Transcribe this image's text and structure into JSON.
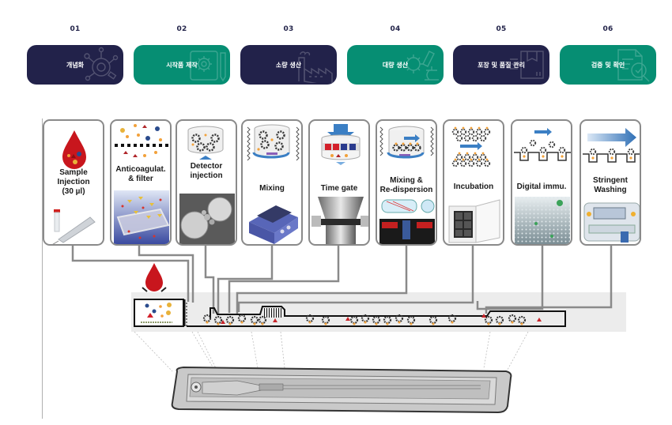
{
  "steps": [
    {
      "number": "01",
      "label": "개념화",
      "theme": "navy",
      "icon": "network-icon"
    },
    {
      "number": "02",
      "label": "시작품 제작",
      "theme": "green",
      "icon": "blueprint-gear-icon"
    },
    {
      "number": "03",
      "label": "소량 생산",
      "theme": "navy",
      "icon": "factory-icon"
    },
    {
      "number": "04",
      "label": "대량 생산",
      "theme": "green",
      "icon": "microscope-virus-icon"
    },
    {
      "number": "05",
      "label": "포장 및 품질 관리",
      "theme": "navy",
      "icon": "package-box-icon"
    },
    {
      "number": "06",
      "label": "검증 및 확인",
      "theme": "green",
      "icon": "document-check-icon"
    }
  ],
  "colors": {
    "navy": "#22224a",
    "green": "#068e73",
    "blood_red": "#c8161d",
    "flow_arrow": "#2f6fb5",
    "card_border": "#8a8a8a"
  },
  "process": {
    "cards": [
      {
        "title_lines": [
          "Sample",
          "Injection",
          "(30 µl)"
        ],
        "icon": "blood-drop-icon",
        "photo": "pipette-and-tube"
      },
      {
        "title_lines": [
          "Anticoagulat.",
          "& filter"
        ],
        "icon": "particle-filter-icon",
        "photo": "membrane-filter"
      },
      {
        "title_lines": [
          "Detector",
          "injection"
        ],
        "icon": "bead-container-icon",
        "photo": "microbead-sem"
      },
      {
        "title_lines": [
          "Mixing"
        ],
        "icon": "mixing-container-icon",
        "photo": "vortex-mixer"
      },
      {
        "title_lines": [
          "Time gate"
        ],
        "icon": "time-gate-icon",
        "photo": "gate-valve"
      },
      {
        "title_lines": [
          "Mixing &",
          "Re-dispersion"
        ],
        "icon": "redispersion-icon",
        "photo": "dispersion-device"
      },
      {
        "title_lines": [
          "Incubation"
        ],
        "icon": "bead-array-icon",
        "photo": "incubator"
      },
      {
        "title_lines": [
          "Digital immu."
        ],
        "icon": "well-array-icon",
        "photo": "microwell-array"
      },
      {
        "title_lines": [
          "Stringent",
          "Washing"
        ],
        "icon": "wash-flow-icon",
        "photo": "syringe-pump"
      }
    ],
    "channel_label": "microfluidic-channel",
    "cartridge_label": "cartridge"
  }
}
